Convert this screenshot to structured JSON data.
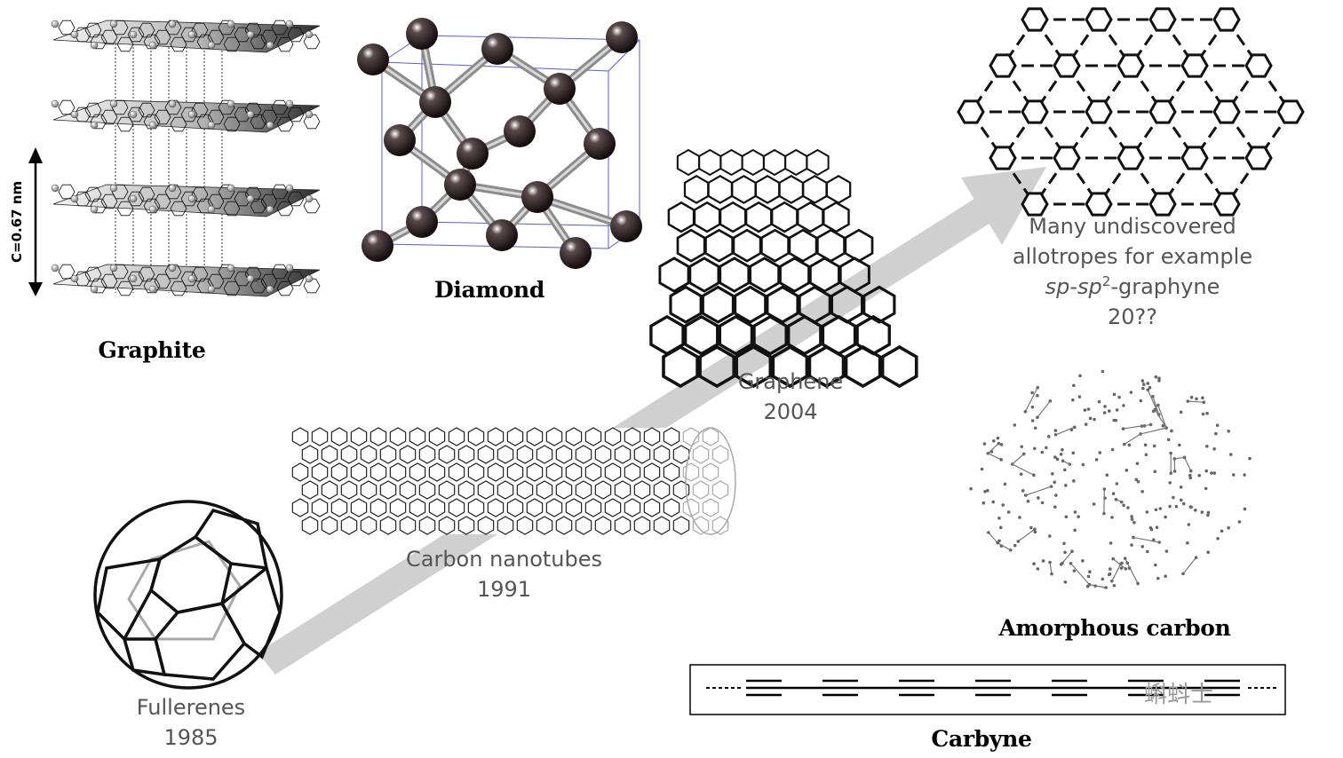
{
  "labels": {
    "graphite": "Graphite",
    "diamond": "Diamond",
    "graphene_name": "Graphene",
    "graphene_year": "2004",
    "nanotubes_name": "Carbon nanotubes",
    "nanotubes_year": "1991",
    "fullerenes_name": "Fullerenes",
    "fullerenes_year": "1985",
    "amorphous": "Amorphous carbon",
    "carbyne": "Carbyne",
    "undiscovered_line1": "Many undiscovered",
    "undiscovered_line2": "allotropes for example",
    "undiscovered_sp1": "sp",
    "undiscovered_dash": "-",
    "undiscovered_sp2": "sp",
    "undiscovered_sup": "2",
    "undiscovered_suffix": "-graphyne",
    "undiscovered_year": "20??",
    "scale_label": "C=0.67 nm",
    "watermark": "蝌蚪士"
  },
  "colors": {
    "arrow": "#cfcfcf",
    "atom": "#1e1416",
    "bond_dark": "#222222",
    "bond_gray": "#9a9a9a",
    "cube_edge": "#5b5bd6",
    "sheet_light": "#f2f2f2",
    "sheet_dark": "#3a3a3a"
  }
}
